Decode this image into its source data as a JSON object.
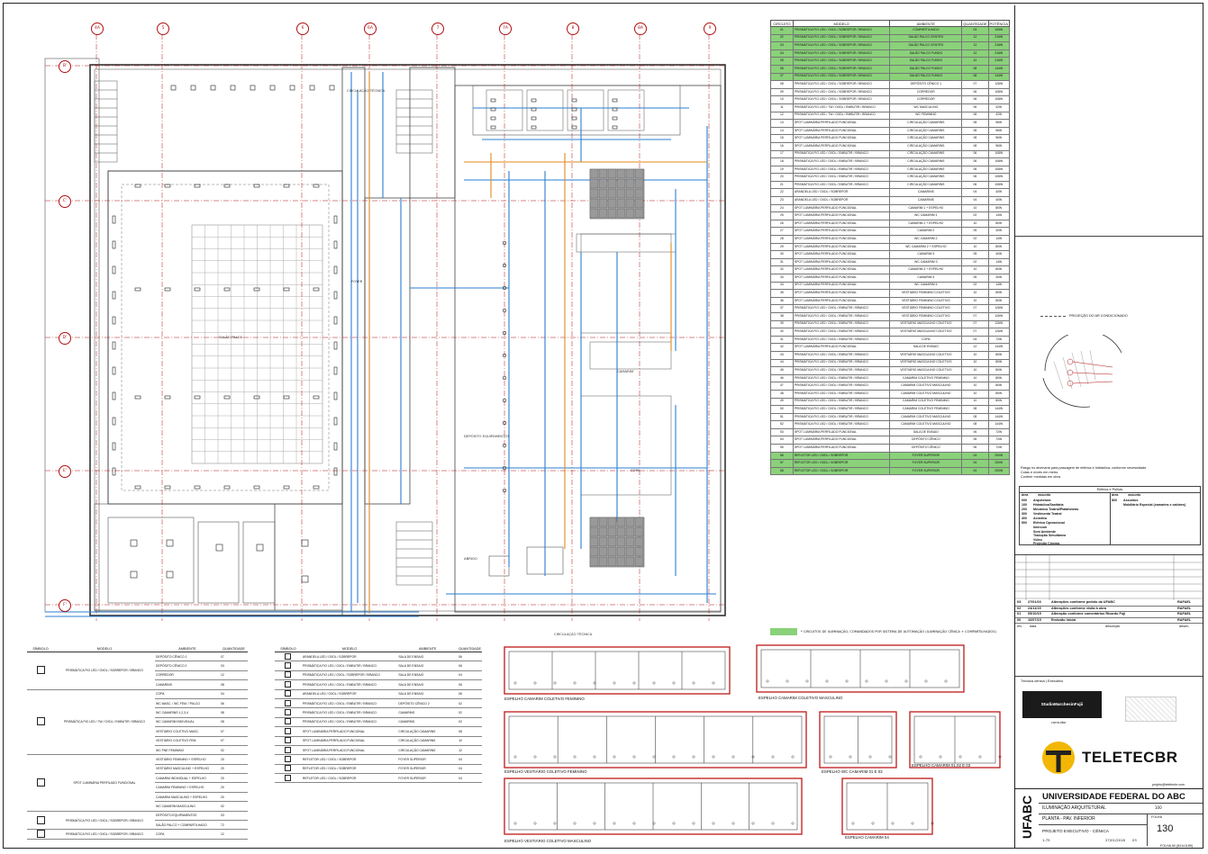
{
  "grid": {
    "columns": [
      "4A",
      "5",
      "6",
      "6A",
      "7",
      "7A",
      "8",
      "8A",
      "9"
    ],
    "rows": [
      "B'",
      "C'",
      "D'",
      "E'",
      "F'"
    ]
  },
  "plan": {
    "room_labels": [
      "SALÃO PALCO",
      "FOYER",
      "DEPÓSITO EQUIPAMENTOS",
      "CIRCULAÇÃO TÉCNICA",
      "ABRIGO",
      "CIRCULAÇÃO TÉCNICA",
      "CAMARIM",
      "COPA"
    ]
  },
  "circuit_table": {
    "headers": [
      "CIRCUITO",
      "MODELO",
      "AMBIENTE",
      "QUANTIDADE",
      "POTÊNCIA"
    ],
    "rows": [
      {
        "c": "01",
        "m": "PRISMÁTICA FIO LED / OXDL / SOBREPOR / BRANCO",
        "a": "COMPARTILHADO",
        "q": "03",
        "p": "105W",
        "hl": true
      },
      {
        "c": "02",
        "m": "PRISMÁTICA FIO LED / OXDL / SOBREPOR / BRANCO",
        "a": "SALÃO PALCO CENTRO",
        "q": "12",
        "p": "216W",
        "hl": true
      },
      {
        "c": "03",
        "m": "PRISMÁTICA FIO LED / OXDL / SOBREPOR / BRANCO",
        "a": "SALÃO PALCO CENTRO",
        "q": "12",
        "p": "216W",
        "hl": true
      },
      {
        "c": "04",
        "m": "PRISMÁTICA FIO LED / OXDL / SOBREPOR / BRANCO",
        "a": "SALÃO PALCO FUNDO",
        "q": "12",
        "p": "216W",
        "hl": true
      },
      {
        "c": "05",
        "m": "PRISMÁTICA FIO LED / OXDL / SOBREPOR / BRANCO",
        "a": "SALÃO PALCO FUNDO",
        "q": "12",
        "p": "216W",
        "hl": true
      },
      {
        "c": "06",
        "m": "PRISMÁTICA FIO LED / OXDL / SOBREPOR / BRANCO",
        "a": "SALÃO PALCO FUNDO",
        "q": "08",
        "p": "144W",
        "hl": true
      },
      {
        "c": "07",
        "m": "PRISMÁTICA FIO LED / OXDL / SOBREPOR / BRANCO",
        "a": "SALÃO PALCO FUNDO",
        "q": "08",
        "p": "144W",
        "hl": true
      },
      {
        "c": "08",
        "m": "PRISMÁTICA FIO LED / OXDL / SOBREPOR / BRANCO",
        "a": "DEPÓSITO CÊNICO 1",
        "q": "07",
        "p": "126W",
        "hl": false
      },
      {
        "c": "09",
        "m": "PRISMÁTICA FIO LED / OXDL / SOBREPOR / BRANCO",
        "a": "CORREDOR",
        "q": "06",
        "p": "108W",
        "hl": false
      },
      {
        "c": "10",
        "m": "PRISMÁTICA FIO LED / OXDL / SOBREPOR / BRANCO",
        "a": "CORREDOR",
        "q": "06",
        "p": "108W",
        "hl": false
      },
      {
        "c": "11",
        "m": "PRISMÁTICA FIO LED / 7W / OXDL / EMBUTIR / BRANCO",
        "a": "WC MASCULINO",
        "q": "06",
        "p": "42W",
        "hl": false
      },
      {
        "c": "12",
        "m": "PRISMÁTICA FIO LED / 7W / OXDL / EMBUTIR / BRANCO",
        "a": "WC FEMININO",
        "q": "06",
        "p": "42W",
        "hl": false
      },
      {
        "c": "13",
        "m": "SPOT LUMINÁRIA PERFILADO FUNCIONAL",
        "a": "CIRCULAÇÃO CAMARINS",
        "q": "08",
        "p": "96W",
        "hl": false
      },
      {
        "c": "14",
        "m": "SPOT LUMINÁRIA PERFILADO FUNCIONAL",
        "a": "CIRCULAÇÃO CAMARINS",
        "q": "08",
        "p": "96W",
        "hl": false
      },
      {
        "c": "15",
        "m": "SPOT LUMINÁRIA PERFILADO FUNCIONAL",
        "a": "CIRCULAÇÃO CAMARINS",
        "q": "08",
        "p": "96W",
        "hl": false
      },
      {
        "c": "16",
        "m": "SPOT LUMINÁRIA PERFILADO FUNCIONAL",
        "a": "CIRCULAÇÃO CAMARINS",
        "q": "08",
        "p": "96W",
        "hl": false
      },
      {
        "c": "17",
        "m": "PRISMÁTICA FIO LED / OXDL / EMBUTIR / BRANCO",
        "a": "CIRCULAÇÃO CAMARINS",
        "q": "06",
        "p": "108W",
        "hl": false
      },
      {
        "c": "18",
        "m": "PRISMÁTICA FIO LED / OXDL / EMBUTIR / BRANCO",
        "a": "CIRCULAÇÃO CAMARINS",
        "q": "06",
        "p": "108W",
        "hl": false
      },
      {
        "c": "19",
        "m": "PRISMÁTICA FIO LED / OXDL / EMBUTIR / BRANCO",
        "a": "CIRCULAÇÃO CAMARINS",
        "q": "06",
        "p": "108W",
        "hl": false
      },
      {
        "c": "20",
        "m": "PRISMÁTICA FIO LED / OXDL / EMBUTIR / BRANCO",
        "a": "CIRCULAÇÃO CAMARINS",
        "q": "06",
        "p": "108W",
        "hl": false
      },
      {
        "c": "21",
        "m": "PRISMÁTICA FIO LED / OXDL / EMBUTIR / BRANCO",
        "a": "CIRCULAÇÃO CAMARINS",
        "q": "06",
        "p": "108W",
        "hl": false
      },
      {
        "c": "22",
        "m": "ARANDELA LED / OXDL / SOBREPOR",
        "a": "CAMARINS",
        "q": "04",
        "p": "40W",
        "hl": false
      },
      {
        "c": "23",
        "m": "ARANDELA LED / OXDL / SOBREPOR",
        "a": "CAMARINS",
        "q": "04",
        "p": "40W",
        "hl": false
      },
      {
        "c": "24",
        "m": "SPOT LUMINÁRIA PERFILADO FUNCIONAL",
        "a": "CAMARIM 1 + ESPELHO",
        "q": "10",
        "p": "80W",
        "hl": false
      },
      {
        "c": "25",
        "m": "SPOT LUMINÁRIA PERFILADO FUNCIONAL",
        "a": "WC CAMARIM 1",
        "q": "02",
        "p": "14W",
        "hl": false
      },
      {
        "c": "26",
        "m": "SPOT LUMINÁRIA PERFILADO FUNCIONAL",
        "a": "CAMARIM 1 + ESPELHO",
        "q": "10",
        "p": "80W",
        "hl": false
      },
      {
        "c": "27",
        "m": "SPOT LUMINÁRIA PERFILADO FUNCIONAL",
        "a": "CAMARIM 2",
        "q": "05",
        "p": "40W",
        "hl": false
      },
      {
        "c": "28",
        "m": "SPOT LUMINÁRIA PERFILADO FUNCIONAL",
        "a": "WC CAMARIM 2",
        "q": "02",
        "p": "14W",
        "hl": false
      },
      {
        "c": "29",
        "m": "SPOT LUMINÁRIA PERFILADO FUNCIONAL",
        "a": "WC CAMARIM 2 + ESPELHO",
        "q": "10",
        "p": "80W",
        "hl": false
      },
      {
        "c": "30",
        "m": "SPOT LUMINÁRIA PERFILADO FUNCIONAL",
        "a": "CAMARIM 3",
        "q": "05",
        "p": "40W",
        "hl": false
      },
      {
        "c": "31",
        "m": "SPOT LUMINÁRIA PERFILADO FUNCIONAL",
        "a": "WC CAMARIM 3",
        "q": "02",
        "p": "14W",
        "hl": false
      },
      {
        "c": "32",
        "m": "SPOT LUMINÁRIA PERFILADO FUNCIONAL",
        "a": "CAMARIM 3 + ESPELHO",
        "q": "10",
        "p": "80W",
        "hl": false
      },
      {
        "c": "33",
        "m": "SPOT LUMINÁRIA PERFILADO FUNCIONAL",
        "a": "CAMARIM 4",
        "q": "05",
        "p": "40W",
        "hl": false
      },
      {
        "c": "34",
        "m": "SPOT LUMINÁRIA PERFILADO FUNCIONAL",
        "a": "WC CAMARIM 4",
        "q": "02",
        "p": "14W",
        "hl": false
      },
      {
        "c": "35",
        "m": "SPOT LUMINÁRIA PERFILADO FUNCIONAL",
        "a": "VESTIÁRIO FEMININO COLETIVO",
        "q": "10",
        "p": "80W",
        "hl": false
      },
      {
        "c": "36",
        "m": "SPOT LUMINÁRIA PERFILADO FUNCIONAL",
        "a": "VESTIÁRIO FEMININO COLETIVO",
        "q": "10",
        "p": "80W",
        "hl": false
      },
      {
        "c": "37",
        "m": "PRISMÁTICA FIO LED / OXDL / EMBUTIR / BRANCO",
        "a": "VESTIÁRIO FEMININO COLETIVO",
        "q": "07",
        "p": "126W",
        "hl": false
      },
      {
        "c": "38",
        "m": "PRISMÁTICA FIO LED / OXDL / EMBUTIR / BRANCO",
        "a": "VESTIÁRIO FEMININO COLETIVO",
        "q": "07",
        "p": "126W",
        "hl": false
      },
      {
        "c": "39",
        "m": "PRISMÁTICA FIO LED / OXDL / EMBUTIR / BRANCO",
        "a": "VESTIÁRIO MASCULINO COLETIVO",
        "q": "07",
        "p": "126W",
        "hl": false
      },
      {
        "c": "40",
        "m": "PRISMÁTICA FIO LED / OXDL / EMBUTIR / BRANCO",
        "a": "VESTIÁRIO MASCULINO COLETIVO",
        "q": "07",
        "p": "126W",
        "hl": false
      },
      {
        "c": "41",
        "m": "PRISMÁTICA FIO LED / OXDL / EMBUTIR / BRANCO",
        "a": "COPA",
        "q": "04",
        "p": "72W",
        "hl": false
      },
      {
        "c": "42",
        "m": "SPOT LUMINÁRIA PERFILADO FUNCIONAL",
        "a": "SALA DE ENSAIO",
        "q": "12",
        "p": "144W",
        "hl": false
      },
      {
        "c": "43",
        "m": "PRISMÁTICA FIO LED / OXDL / EMBUTIR / BRANCO",
        "a": "VESTIÁRIO MASCULINO COLETIVO",
        "q": "10",
        "p": "80W",
        "hl": false
      },
      {
        "c": "44",
        "m": "PRISMÁTICA FIO LED / OXDL / EMBUTIR / BRANCO",
        "a": "VESTIÁRIO MASCULINO COLETIVO",
        "q": "10",
        "p": "80W",
        "hl": false
      },
      {
        "c": "45",
        "m": "PRISMÁTICA FIO LED / OXDL / EMBUTIR / BRANCO",
        "a": "VESTIÁRIO MASCULINO COLETIVO",
        "q": "10",
        "p": "80W",
        "hl": false
      },
      {
        "c": "46",
        "m": "PRISMÁTICA FIO LED / OXDL / EMBUTIR / BRANCO",
        "a": "CAMARIM COLETIVO FEMININO",
        "q": "10",
        "p": "80W",
        "hl": false
      },
      {
        "c": "47",
        "m": "PRISMÁTICA FIO LED / OXDL / EMBUTIR / BRANCO",
        "a": "CAMARIM COLETIVO MASCULINO",
        "q": "10",
        "p": "80W",
        "hl": false
      },
      {
        "c": "48",
        "m": "PRISMÁTICA FIO LED / OXDL / EMBUTIR / BRANCO",
        "a": "CAMARIM COLETIVO MASCULINO",
        "q": "10",
        "p": "80W",
        "hl": false
      },
      {
        "c": "49",
        "m": "PRISMÁTICA FIO LED / OXDL / EMBUTIR / BRANCO",
        "a": "CAMARIM COLETIVO FEMININO",
        "q": "10",
        "p": "80W",
        "hl": false
      },
      {
        "c": "50",
        "m": "PRISMÁTICA FIO LED / OXDL / EMBUTIR / BRANCO",
        "a": "CAMARIM COLETIVO FEMININO",
        "q": "08",
        "p": "144W",
        "hl": false
      },
      {
        "c": "51",
        "m": "PRISMÁTICA FIO LED / OXDL / EMBUTIR / BRANCO",
        "a": "CAMARIM COLETIVO MASCULINO",
        "q": "08",
        "p": "144W",
        "hl": false
      },
      {
        "c": "52",
        "m": "PRISMÁTICA FIO LED / OXDL / EMBUTIR / BRANCO",
        "a": "CAMARIM COLETIVO MASCULINO",
        "q": "08",
        "p": "144W",
        "hl": false
      },
      {
        "c": "53",
        "m": "SPOT LUMINÁRIA PERFILADO FUNCIONAL",
        "a": "SALA DE ENSAIO",
        "q": "06",
        "p": "72W",
        "hl": false
      },
      {
        "c": "54",
        "m": "SPOT LUMINÁRIA PERFILADO FUNCIONAL",
        "a": "DEPÓSITO CÊNICO",
        "q": "06",
        "p": "72W",
        "hl": false
      },
      {
        "c": "55",
        "m": "SPOT LUMINÁRIA PERFILADO FUNCIONAL",
        "a": "DEPÓSITO CÊNICO",
        "q": "06",
        "p": "72W",
        "hl": false
      },
      {
        "c": "56",
        "m": "REFLETOR LED / OXDL / SOBREPOR",
        "a": "FOYER SUPERIOR",
        "q": "04",
        "p": "200W",
        "hl": true
      },
      {
        "c": "57",
        "m": "REFLETOR LED / OXDL / SOBREPOR",
        "a": "FOYER SUPERIOR",
        "q": "04",
        "p": "200W",
        "hl": true
      },
      {
        "c": "58",
        "m": "REFLETOR LED / OXDL / SOBREPOR",
        "a": "FOYER SUPERIOR",
        "q": "04",
        "p": "200W",
        "hl": true
      }
    ],
    "legend_note": "* CIRCUITOS DE ILUMINAÇÃO, COMANDADOS POR SISTEMA DE AUTOMAÇÃO (ILUMINAÇÃO CÊNICA + COMPARTILHADOS)"
  },
  "luminaire_legend_1": {
    "headers": [
      "SÍMBOLO",
      "MODELO",
      "AMBIENTE",
      "QUANTIDADE"
    ],
    "groups": [
      {
        "modelo": "PRISMÁTICA FIO LED / OXDL / SOBREPOR / BRANCO",
        "rows": [
          [
            "DEPÓSITO CÊNICO 1",
            "07"
          ],
          [
            "DEPÓSITO CÊNICO 2",
            "03"
          ],
          [
            "CORREDOR",
            "12"
          ],
          [
            "CAMARINS",
            "08"
          ]
        ]
      },
      {
        "modelo": "PRISMÁTICA FIO LED / 7W / OXDL / EMBUTIR / BRANCO",
        "rows": [
          [
            "COPA",
            "04"
          ],
          [
            "WC MASC. / WC FEM. / PALCO",
            "06"
          ],
          [
            "WC CAMARINS 1,2,3,4",
            "08"
          ],
          [
            "WC CAMARIM INDIVIDUAL",
            "08"
          ],
          [
            "VESTIÁRIO COLETIVO MASC.",
            "07"
          ],
          [
            "VESTIÁRIO COLETIVO FEM.",
            "07"
          ],
          [
            "WC PNE FEMININO",
            "02"
          ]
        ]
      },
      {
        "modelo": "SPOT LUMINÁRIA PERFILADO FUNCIONAL",
        "rows": [
          [
            "VESTIÁRIO FEMININO + ESPELHO",
            "20"
          ],
          [
            "VESTIÁRIO MASCULINO + ESPELHO",
            "20"
          ],
          [
            "CAMARIM INDIVIDUAL + ESPELHO",
            "20"
          ],
          [
            "CAMARIM FEMININO + ESPELHO",
            "20"
          ],
          [
            "CAMARIM MASCULINO + ESPELHO",
            "20"
          ],
          [
            "WC CAMARIM MASCULINO",
            "02"
          ]
        ]
      },
      {
        "modelo": "PRISMÁTICA FIO LED / OXDL / SOBREPOR / BRANCO",
        "rows": [
          [
            "DEPÓSITO EQUIPAMENTOS",
            "03"
          ],
          [
            "SALÃO PALCO + COMPARTILHADO",
            "72"
          ]
        ]
      },
      {
        "modelo": "PRISMÁTICA FIO LED / OXDL / SOBREPOR / BRANCO",
        "rows": [
          [
            "COPA",
            "12"
          ]
        ]
      }
    ]
  },
  "luminaire_legend_2": {
    "headers": [
      "SÍMBOLO",
      "MODELO",
      "AMBIENTE",
      "QUANTIDADE"
    ],
    "rows": [
      [
        "ARANDELA LED / OXDL / SOBREPOR",
        "SALA DE ENSAIO",
        "06"
      ],
      [
        "PRISMÁTICA FIO LED / OXDL / EMBUTIR / BRANCO",
        "SALA DE ENSAIO",
        "06"
      ],
      [
        "PRISMÁTICA FIO LED / OXDL / SOBREPOR / BRANCO",
        "SALA DE ENSAIO",
        "04"
      ],
      [
        "PRISMÁTICA FIO LED / OXDL / EMBUTIR / BRANCO",
        "SALA DE ENSAIO",
        "06"
      ],
      [
        "ARANDELA LED / OXDL / SOBREPOR",
        "SALA DE ENSAIO",
        "06"
      ],
      [
        "PRISMÁTICA FIO LED / OXDL / EMBUTIR / BRANCO",
        "DEPÓSITO CÊNICO 2",
        "02"
      ],
      [
        "PRISMÁTICA FIO LED / OXDL / EMBUTIR / BRANCO",
        "CAMARINS",
        "02"
      ],
      [
        "PRISMÁTICA FIO LED / OXDL / EMBUTIR / BRANCO",
        "CAMARINS",
        "02"
      ],
      [
        "SPOT LUMINÁRIA PERFILADO FUNCIONAL",
        "CIRCULAÇÃO CAMARINS",
        "08"
      ],
      [
        "SPOT LUMINÁRIA PERFILADO FUNCIONAL",
        "CIRCULAÇÃO CAMARINS",
        "10"
      ],
      [
        "SPOT LUMINÁRIA PERFILADO FUNCIONAL",
        "CIRCULAÇÃO CAMARINS",
        "12"
      ],
      [
        "REFLETOR LED / OXDL / SOBREPOR",
        "FOYER SUPERIOR",
        "04"
      ],
      [
        "REFLETOR LED / OXDL / SOBREPOR",
        "FOYER SUPERIOR",
        "04"
      ],
      [
        "REFLETOR LED / OXDL / SOBREPOR",
        "FOYER SUPERIOR",
        "04"
      ]
    ]
  },
  "elevations": [
    "ESPELHO CAMARIM COLETIVO FEMININO",
    "ESPELHO CAMARIM COLETIVO MASCULINO",
    "ESPELHO VESTIÁRIO COLETIVO FEMININO",
    "ESPELHO WC CAMARIM 01 E 03",
    "ESPELHO CAMARIM 01,02 E 03",
    "ESPELHO VESTIÁRIO COLETIVO MASCULINO",
    "ESPELHO CAMARIM 04"
  ],
  "detail": {
    "legend_line": "PROJEÇÃO DO AR CONDICIONADO"
  },
  "notes": [
    "Rasgo no alvenaria para passagem de elétrica e hidráulica, conforme necessidade.",
    "Cotas e níveis em metro.",
    "Conferir medidas em obra."
  ],
  "disciplines": {
    "header": "Elétrica e Pulhas",
    "col_area": "área",
    "col_assunto": "assunto",
    "left": [
      [
        "000",
        "Arquitetura"
      ],
      [
        "100",
        "Hidráulica/Sanitária"
      ],
      [
        "200",
        "Mecânica Teatral/Plataformas"
      ],
      [
        "300",
        "Vestimenta Teatral"
      ],
      [
        "400",
        "Acústica"
      ],
      [
        "500",
        "Elétrica Operacional"
      ]
    ],
    "left_extra": [
      "Intercom",
      "Som Ambiente",
      "Tradução Simultânea",
      "Vídeo",
      "Projeção Cinema"
    ],
    "right": [
      [
        "800",
        "Assuntos"
      ],
      [
        "",
        "Mobiliário Especial (camarins e cabines)"
      ]
    ]
  },
  "revisions": {
    "rows": [
      [
        "03",
        "27/01/16",
        "Alterações conforme pedido da UFABC",
        "RAFAEL"
      ],
      [
        "02",
        "24/11/15",
        "Alterações conforme visita à obra",
        "RAFAEL"
      ],
      [
        "01",
        "05/10/15",
        "Alteração conforme comentários Ricardo Fuji",
        "RAFAEL"
      ],
      [
        "00",
        "10/07/15",
        "Emissão Inicial",
        "RAFAEL"
      ]
    ],
    "headers": [
      "rev",
      "data",
      "descrição",
      "desen."
    ]
  },
  "team": {
    "section_label": "Técnica cênica | Executivo",
    "firm": "StudioMarchesinFujii",
    "consultant_label": "consultor",
    "engineer": "TELETECBR",
    "email": "projeto@teletecbr.com"
  },
  "title_block": {
    "university": "UNIVERSIDADE FEDERAL DO ABC",
    "vertical_logo": "UFABC",
    "subject": "ILUMINAÇÃO ARQUITETURAL",
    "area_code": "100",
    "drawing_title": "PLANTA - PAV. INFERIOR",
    "phase": "PROJETO EXECUTIVO - CÊNICA",
    "label_folha": "FOLHA",
    "sheet_number": "130",
    "scale": "1:75",
    "date": "27/01/2016",
    "rev": "03",
    "footer": "FOLHA A0 (841x1189)"
  },
  "colors": {
    "highlight": "#8ad17a",
    "grid_red": "#b01010",
    "conduit_blue": "#2a7fd0",
    "conduit_orange": "#e08a1e",
    "teletec_yellow": "#f2b705"
  }
}
